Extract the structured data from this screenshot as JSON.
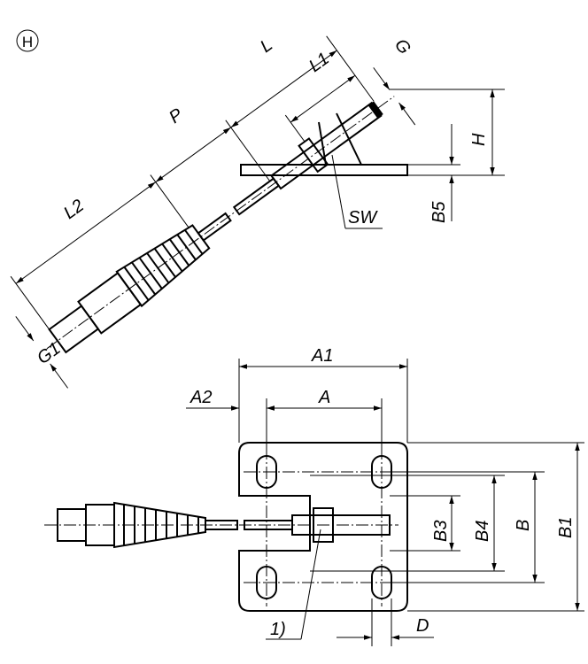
{
  "view_label": "H",
  "top_view": {
    "labels": {
      "L": "L",
      "L1": "L1",
      "G": "G",
      "P": "P",
      "L2": "L2",
      "H": "H",
      "B5": "B5",
      "SW": "SW",
      "G1": "G1"
    }
  },
  "bottom_view": {
    "labels": {
      "A1": "A1",
      "A2": "A2",
      "A": "A",
      "B3": "B3",
      "B4": "B4",
      "B": "B",
      "B1": "B1",
      "note": "1)",
      "D": "D"
    }
  }
}
